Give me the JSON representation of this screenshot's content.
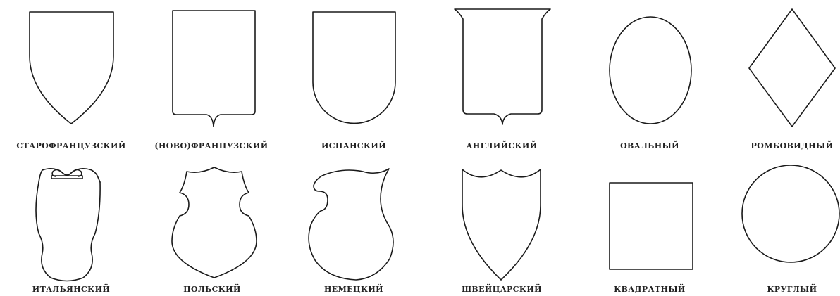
{
  "shields": [
    {
      "id": "starofrancuzskiy",
      "label": "СТАРОФРАНЦУЗСКИЙ"
    },
    {
      "id": "novofrancuzskiy",
      "label": "(НОВО)ФРАНЦУЗСКИЙ"
    },
    {
      "id": "ispanskiy",
      "label": "ИСПАНСКИЙ"
    },
    {
      "id": "angliyskiy",
      "label": "АНГЛИЙСКИЙ"
    },
    {
      "id": "ovalnyy",
      "label": "ОВАЛЬНЫЙ"
    },
    {
      "id": "rombovidnyy",
      "label": "РОМБОВИДНЫЙ"
    },
    {
      "id": "italyanskiy",
      "label": "ИТАЛЬЯНСКИЙ"
    },
    {
      "id": "polskiy",
      "label": "ПОЛЬСКИЙ"
    },
    {
      "id": "nemeckiy",
      "label": "НЕМЕЦКИЙ"
    },
    {
      "id": "shveycarskiy",
      "label": "ШВЕЙЦАРСКИЙ"
    },
    {
      "id": "kvadratnyy",
      "label": "КВАДРАТНЫЙ"
    },
    {
      "id": "kruglyy",
      "label": "КРУГЛЫЙ"
    }
  ]
}
